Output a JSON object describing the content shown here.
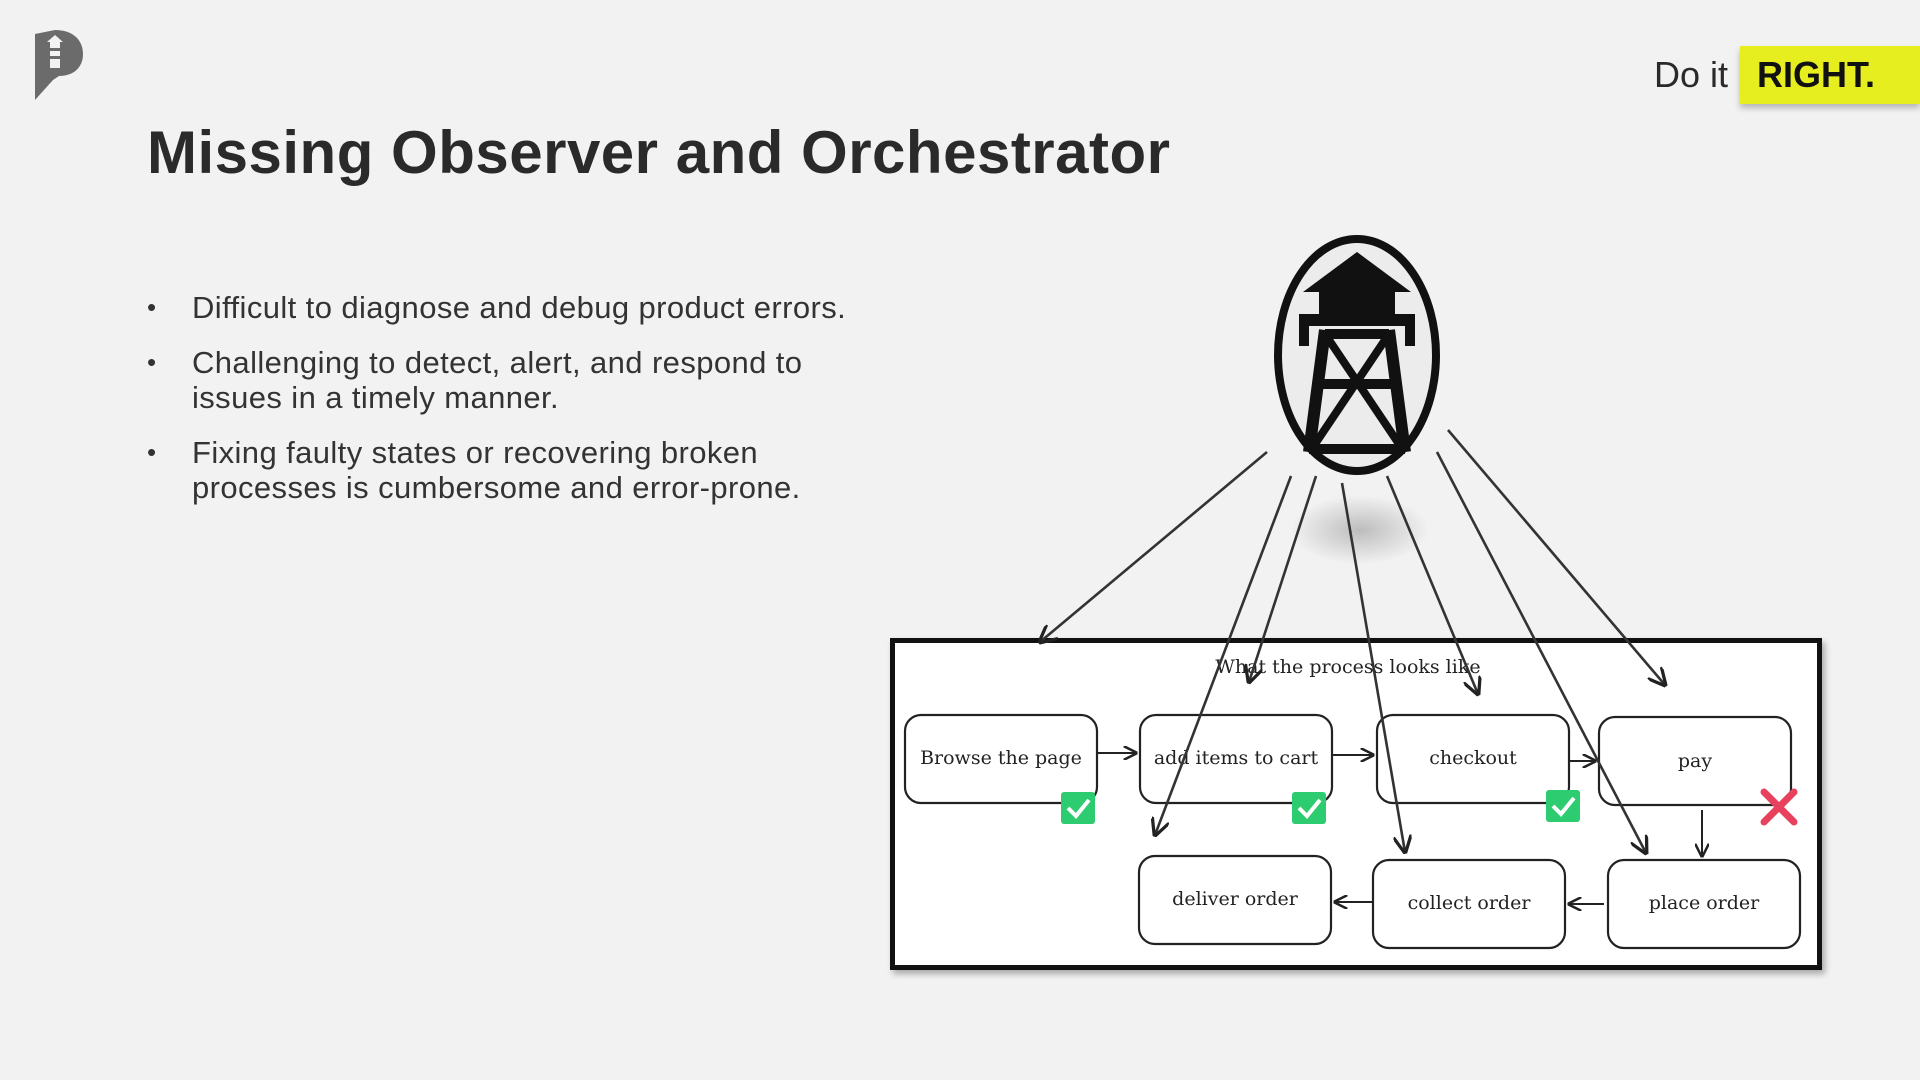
{
  "header": {
    "logo_icon": "lighthouse-logo-icon",
    "slogan_prefix": "Do it",
    "slogan_highlight": "RIGHT.",
    "accent_color": "#e6ee1f"
  },
  "title": "Missing Observer and Orchestrator",
  "bullets": [
    "Difficult to diagnose and debug product errors.",
    "Challenging to detect, alert, and respond to issues in a timely manner.",
    "Fixing faulty states or recovering broken processes is cumbersome and error-prone."
  ],
  "diagram": {
    "observer_icon": "watchtower-icon",
    "panel_caption": "What the process looks like",
    "nodes": [
      {
        "id": "browse",
        "label": "Browse the page",
        "status": "success"
      },
      {
        "id": "cart",
        "label": "add items to cart",
        "status": "success"
      },
      {
        "id": "checkout",
        "label": "checkout",
        "status": "success"
      },
      {
        "id": "pay",
        "label": "pay",
        "status": "failed"
      },
      {
        "id": "place",
        "label": "place order",
        "status": "none"
      },
      {
        "id": "collect",
        "label": "collect order",
        "status": "none"
      },
      {
        "id": "deliver",
        "label": "deliver order",
        "status": "none"
      }
    ],
    "edges": [
      [
        "browse",
        "cart"
      ],
      [
        "cart",
        "checkout"
      ],
      [
        "checkout",
        "pay"
      ],
      [
        "pay",
        "place"
      ],
      [
        "place",
        "collect"
      ],
      [
        "collect",
        "deliver"
      ]
    ],
    "status_colors": {
      "success": "#2ecc71",
      "failed": "#e8415e"
    }
  }
}
